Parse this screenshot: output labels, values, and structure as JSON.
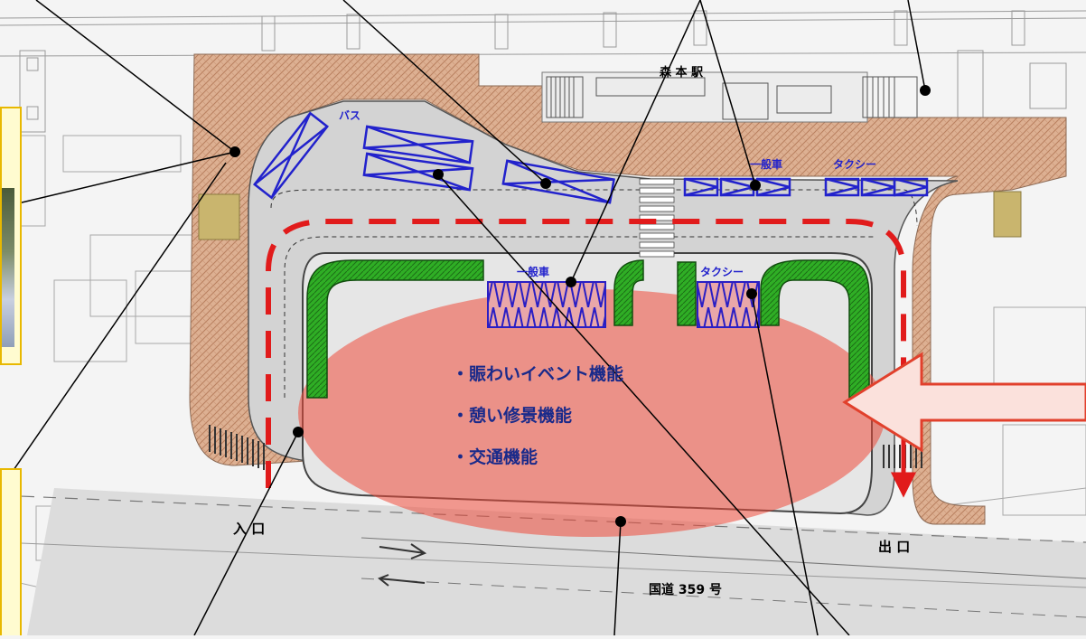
{
  "labels": {
    "station": "森 本 駅",
    "bus": "バス",
    "general_top": "一般車",
    "taxi_top": "タクシー",
    "general_mid": "一般車",
    "taxi_mid": "タクシー",
    "entrance": "入 口",
    "exit": "出 口",
    "route": "国道 359 号"
  },
  "functions": [
    "・賑わいイベント機能",
    "・憩い修景機能",
    "・交通機能"
  ],
  "colors": {
    "bus_bay": "#2222cc",
    "green_planter": "#27a31f",
    "route_dash": "#e11b1b",
    "function_area": "#ee4a3a",
    "plaza_brown": "#d9a98a",
    "callout_border": "#e8b800",
    "callout_fill": "#fffbd0",
    "arrow_fill": "#fbe1dc",
    "arrow_stroke": "#e1402c"
  }
}
